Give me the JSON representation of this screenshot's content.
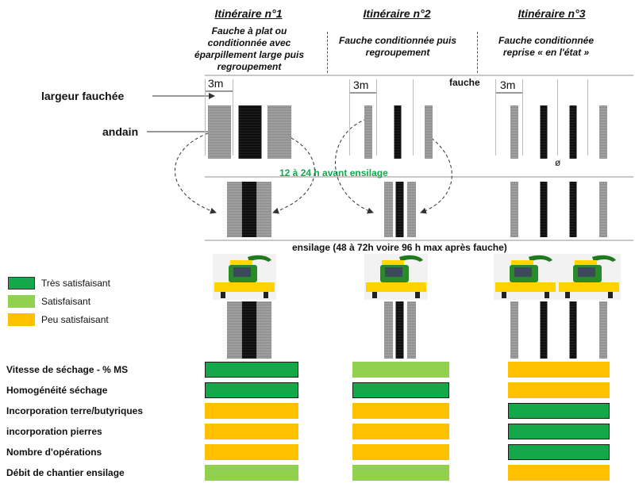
{
  "itineraries": [
    {
      "title": "Itinéraire n°1",
      "description": "Fauche à plat ou conditionnée avec éparpillement large puis regroupement"
    },
    {
      "title": "Itinéraire n°2",
      "description": "Fauche conditionnée puis regroupement"
    },
    {
      "title": "Itinéraire n°3",
      "description": "Fauche conditionnée reprise « en l'état »"
    }
  ],
  "labels": {
    "width": "largeur fauchée",
    "windrow": "andain",
    "mowing": "fauche",
    "three_m": "3m",
    "timing": "12 à 24 h avant ensilage",
    "silage": "ensilage (48 à 72h voire 96 h max après fauche)",
    "empty_symbol": "ø"
  },
  "legend": [
    {
      "label": "Très satisfaisant",
      "color": "#15a84a"
    },
    {
      "label": "Satisfaisant",
      "color": "#92d050"
    },
    {
      "label": "Peu satisfaisant",
      "color": "#ffc000"
    }
  ],
  "criteria": [
    {
      "label": "Vitesse de séchage - % MS",
      "ratings": [
        "Très satisfaisant",
        "Satisfaisant",
        "Peu satisfaisant"
      ]
    },
    {
      "label": "Homogénéité séchage",
      "ratings": [
        "Très satisfaisant",
        "Très satisfaisant",
        "Peu satisfaisant"
      ]
    },
    {
      "label": "Incorporation terre/butyriques",
      "ratings": [
        "Peu satisfaisant",
        "Peu satisfaisant",
        "Très satisfaisant"
      ]
    },
    {
      "label": "incorporation pierres",
      "ratings": [
        "Peu satisfaisant",
        "Peu satisfaisant",
        "Très satisfaisant"
      ]
    },
    {
      "label": "Nombre d'opérations",
      "ratings": [
        "Peu satisfaisant",
        "Peu satisfaisant",
        "Très satisfaisant"
      ]
    },
    {
      "label": "Débit de chantier ensilage",
      "ratings": [
        "Satisfaisant",
        "Satisfaisant",
        "Peu satisfaisant"
      ]
    }
  ]
}
